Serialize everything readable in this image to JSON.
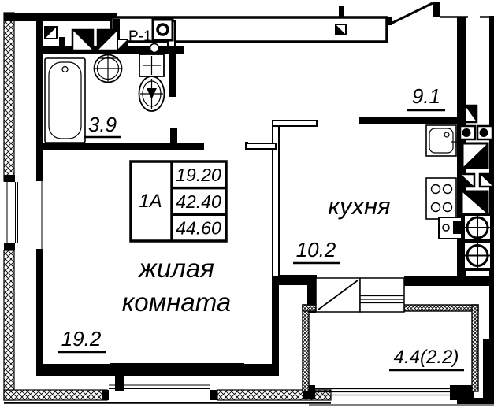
{
  "floor_plan": {
    "unit_label": "1А",
    "area_table": {
      "living_area": "19.20",
      "total_area": "42.40",
      "total_with_balcony": "44.60"
    },
    "labels": {
      "riser": "Р-1",
      "bathroom_area": "3.9",
      "hall_area": "9.1",
      "kitchen_name": "кухня",
      "kitchen_area": "10.2",
      "living_name_line1": "жилая",
      "living_name_line2": "комната",
      "living_area": "19.2",
      "balcony_area": "4.4(2.2)"
    },
    "colors": {
      "ink": "#000000",
      "background": "#ffffff"
    }
  }
}
